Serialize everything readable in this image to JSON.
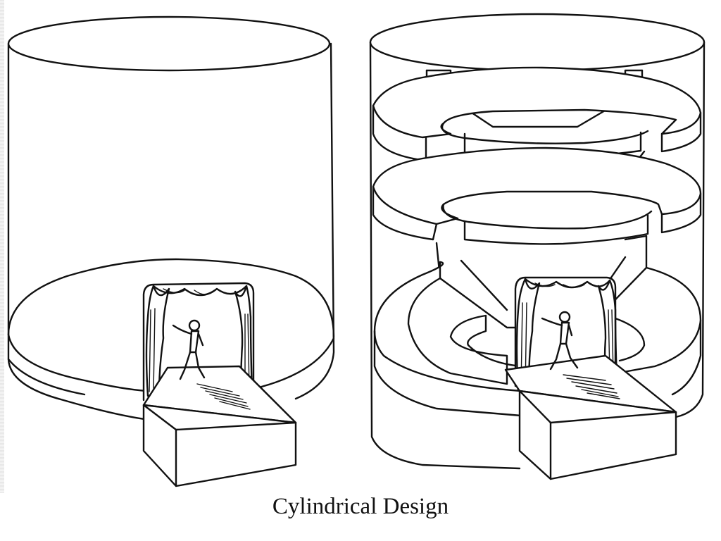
{
  "slide": {
    "caption": "Cylindrical Design"
  },
  "figures": [
    {
      "name": "plain-cylinder-theatre"
    },
    {
      "name": "tiered-cylinder-theatre"
    }
  ]
}
